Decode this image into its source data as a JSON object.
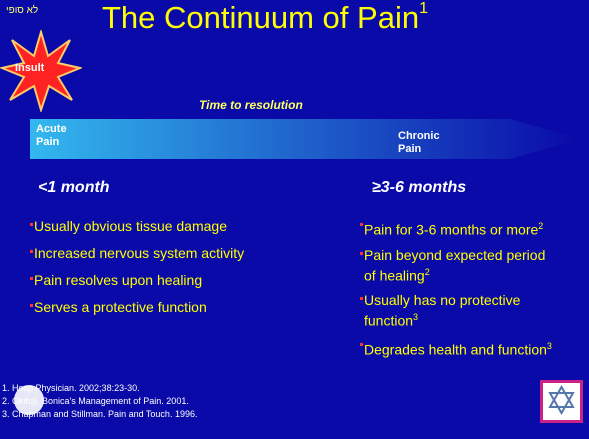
{
  "slide": {
    "top_note": "לא סופי",
    "title": "The Continuum of Pain",
    "title_sup": "1",
    "insult_label": "Insult",
    "time_label": "Time to resolution",
    "arrow": {
      "start_label_1": "Acute",
      "start_label_2": "Pain",
      "end_label_1": "Chronic",
      "end_label_2": "Pain"
    },
    "left": {
      "heading": "<1 month",
      "bullets": [
        {
          "text": "Usually obvious tissue damage",
          "sup": ""
        },
        {
          "text": "Increased nervous system activity",
          "sup": ""
        },
        {
          "text": "Pain resolves upon healing",
          "sup": ""
        },
        {
          "text": "Serves a protective function",
          "sup": ""
        }
      ]
    },
    "right": {
      "heading": "≥3-6 months",
      "bullets": [
        {
          "text": "Pain for 3-6 months or more",
          "sup": "2"
        },
        {
          "text": "Pain beyond expected period of healing",
          "sup": "2"
        },
        {
          "text": "Usually has no protective function",
          "sup": "3"
        },
        {
          "text": "Degrades health and function",
          "sup": "3"
        }
      ]
    },
    "references": [
      "1. Hosp Physician. 2002;38:23-30.",
      "2. Okifuji. Bonica's Management of Pain. 2001.",
      "3. Chapman and Stillman. Pain and Touch. 1996."
    ],
    "colors": {
      "background": "#0a0aa8",
      "title": "#ffff00",
      "bullet_text": "#ffff00",
      "bullet_marker": "#ff3333",
      "burst": "#ff2222"
    }
  }
}
